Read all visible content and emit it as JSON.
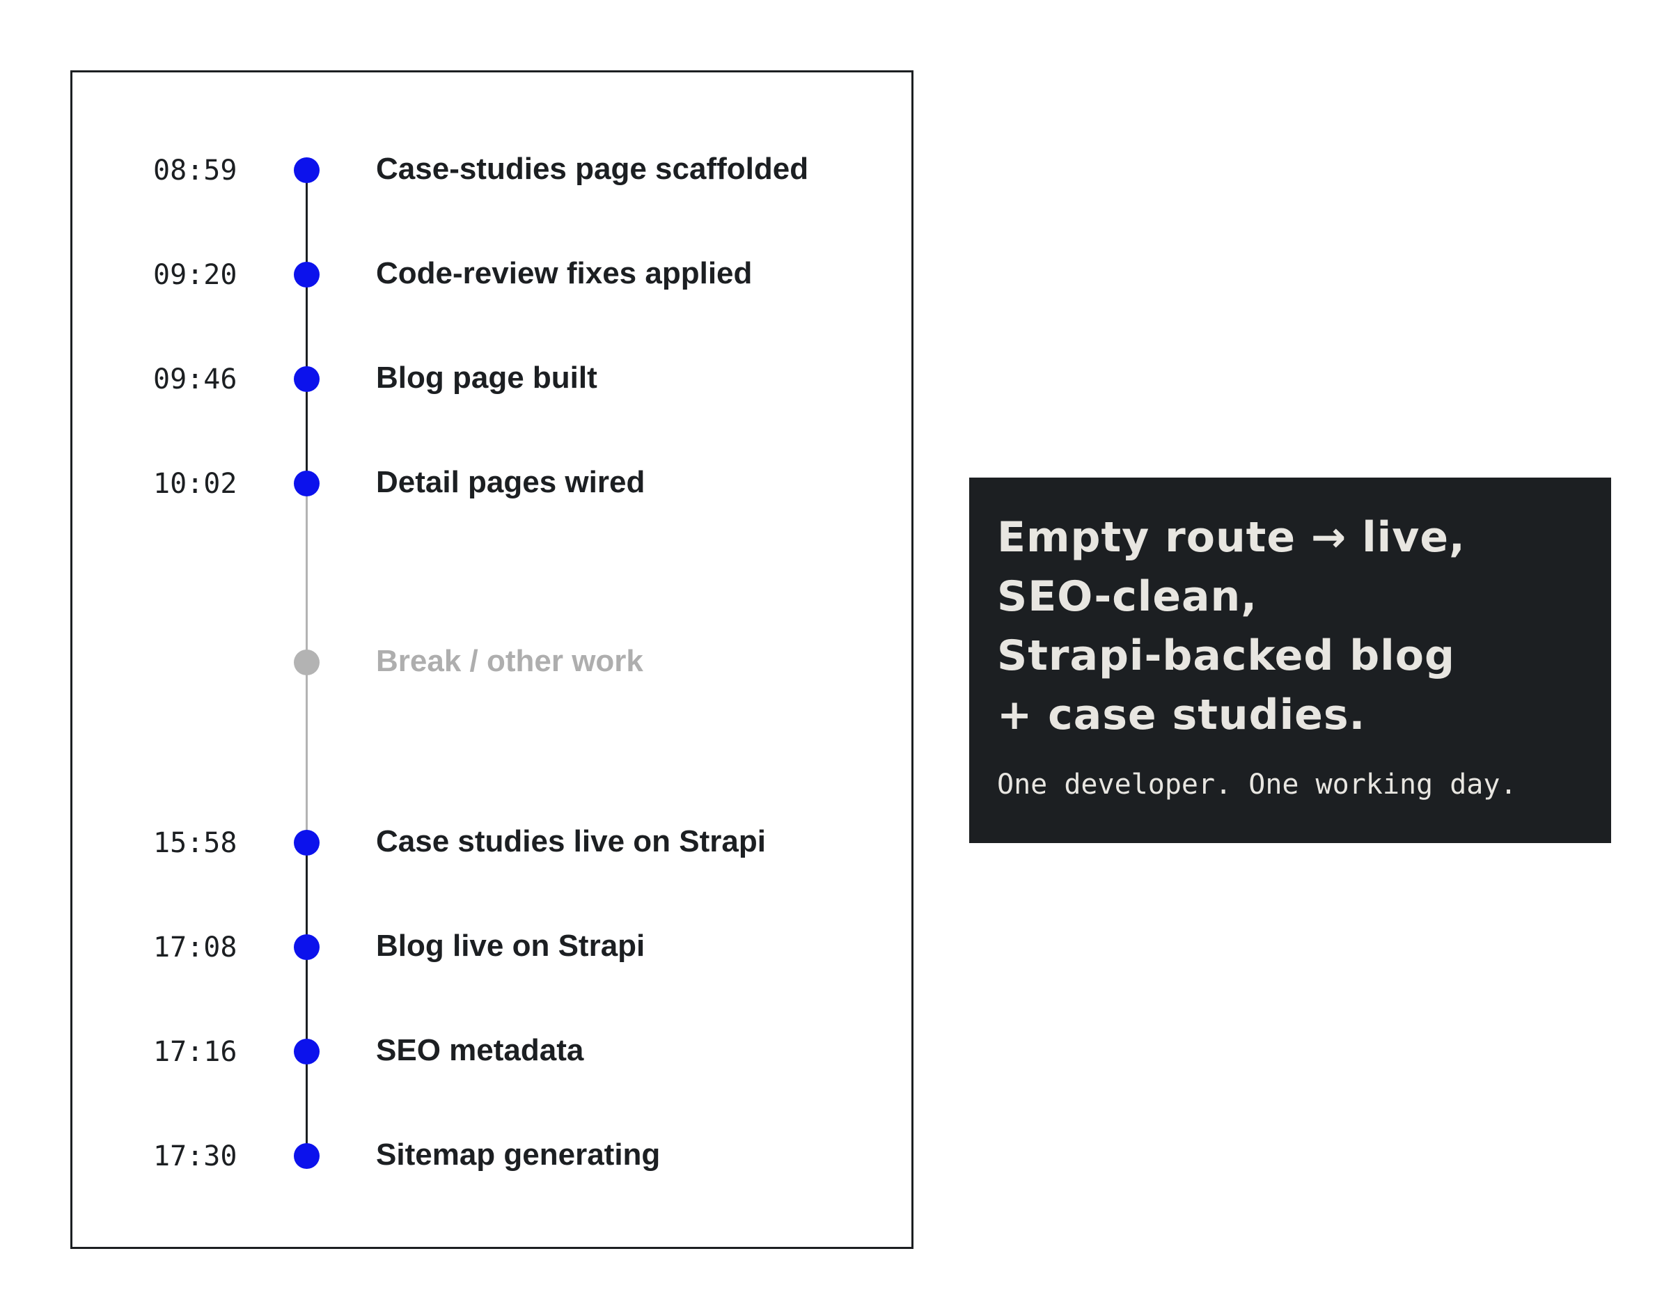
{
  "timeline": {
    "events": [
      {
        "time": "08:59",
        "label": "Case-studies page scaffolded"
      },
      {
        "time": "09:20",
        "label": "Code-review fixes applied"
      },
      {
        "time": "09:46",
        "label": "Blog page built"
      },
      {
        "time": "10:02",
        "label": "Detail pages wired"
      },
      {
        "time": "",
        "label": "Break / other work"
      },
      {
        "time": "15:58",
        "label": "Case studies live on Strapi"
      },
      {
        "time": "17:08",
        "label": "Blog live on Strapi"
      },
      {
        "time": "17:16",
        "label": "SEO metadata"
      },
      {
        "time": "17:30",
        "label": "Sitemap generating"
      }
    ]
  },
  "summary": {
    "headline_lines": [
      "Empty route → live,",
      "SEO-clean,",
      "Strapi-backed blog",
      "+ case studies."
    ],
    "subline": "One developer. One working day."
  },
  "colors": {
    "accent_dot": "#0c12ec",
    "muted": "#b3b3b3",
    "dark_panel": "#1c1f22",
    "panel_text": "#e8e6e1"
  }
}
